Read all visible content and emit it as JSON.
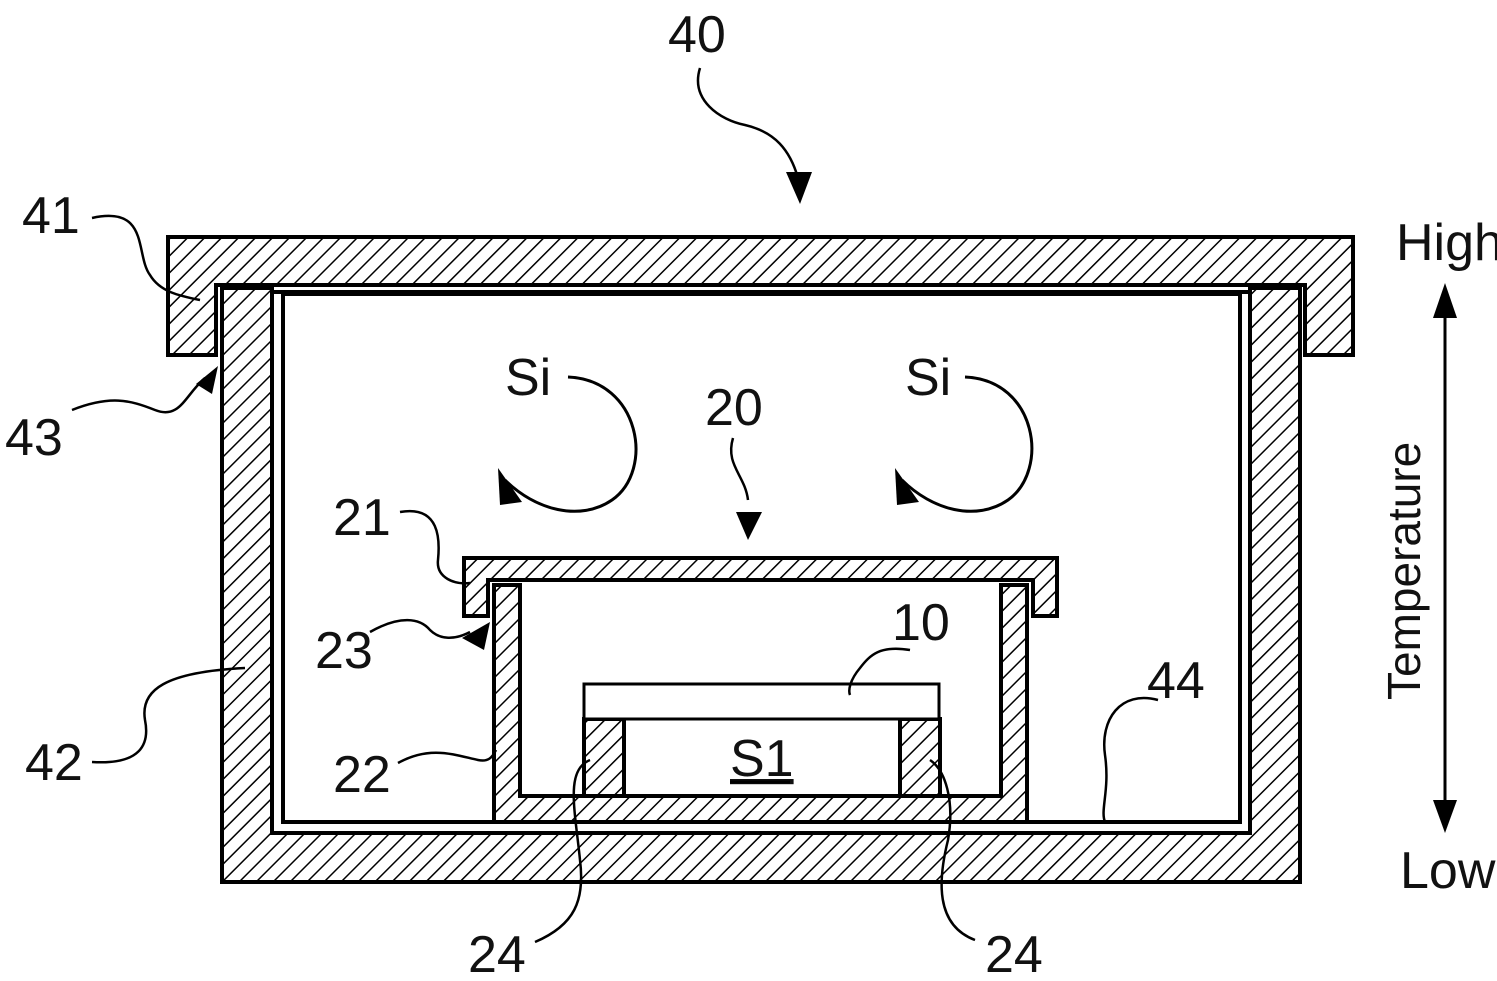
{
  "labels": {
    "ref_40": "40",
    "ref_41": "41",
    "ref_42": "42",
    "ref_43": "43",
    "ref_44": "44",
    "ref_20": "20",
    "ref_21": "21",
    "ref_22": "22",
    "ref_23": "23",
    "ref_24_left": "24",
    "ref_24_right": "24",
    "ref_10": "10",
    "space_s1": "S1",
    "si_left": "Si",
    "si_right": "Si"
  },
  "temperature_axis": {
    "title": "Temperature",
    "high_label": "High",
    "low_label": "Low"
  },
  "colors": {
    "line": "#000000",
    "background": "#ffffff"
  }
}
